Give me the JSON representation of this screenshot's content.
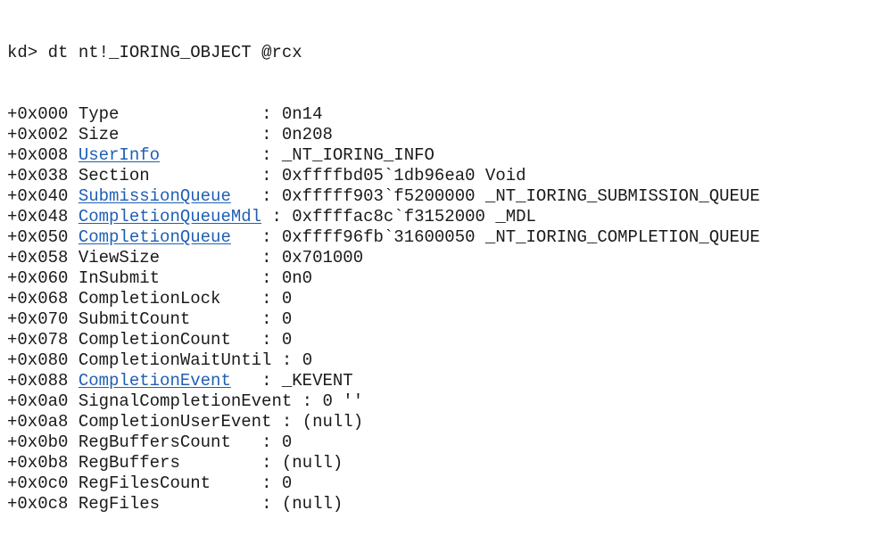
{
  "prompt": "kd>",
  "command": "dt nt!_IORING_OBJECT @rcx",
  "colors": {
    "text": "#1a1a1a",
    "link": "#1f5fb4",
    "background": "#ffffff"
  },
  "fields": [
    {
      "offset": "+0x000",
      "name": "Type",
      "link": false,
      "sep": "              : ",
      "value": "0n14"
    },
    {
      "offset": "+0x002",
      "name": "Size",
      "link": false,
      "sep": "              : ",
      "value": "0n208"
    },
    {
      "offset": "+0x008",
      "name": "UserInfo",
      "link": true,
      "sep": "          : ",
      "value": "_NT_IORING_INFO"
    },
    {
      "offset": "+0x038",
      "name": "Section",
      "link": false,
      "sep": "           : ",
      "value": "0xffffbd05`1db96ea0 Void"
    },
    {
      "offset": "+0x040",
      "name": "SubmissionQueue",
      "link": true,
      "sep": "   : ",
      "value": "0xfffff903`f5200000 _NT_IORING_SUBMISSION_QUEUE"
    },
    {
      "offset": "+0x048",
      "name": "CompletionQueueMdl",
      "link": true,
      "sep": " : ",
      "value": "0xffffac8c`f3152000 _MDL"
    },
    {
      "offset": "+0x050",
      "name": "CompletionQueue",
      "link": true,
      "sep": "   : ",
      "value": "0xffff96fb`31600050 _NT_IORING_COMPLETION_QUEUE"
    },
    {
      "offset": "+0x058",
      "name": "ViewSize",
      "link": false,
      "sep": "          : ",
      "value": "0x701000"
    },
    {
      "offset": "+0x060",
      "name": "InSubmit",
      "link": false,
      "sep": "          : ",
      "value": "0n0"
    },
    {
      "offset": "+0x068",
      "name": "CompletionLock",
      "link": false,
      "sep": "    : ",
      "value": "0"
    },
    {
      "offset": "+0x070",
      "name": "SubmitCount",
      "link": false,
      "sep": "       : ",
      "value": "0"
    },
    {
      "offset": "+0x078",
      "name": "CompletionCount",
      "link": false,
      "sep": "   : ",
      "value": "0"
    },
    {
      "offset": "+0x080",
      "name": "CompletionWaitUntil",
      "link": false,
      "sep": " : ",
      "value": "0"
    },
    {
      "offset": "+0x088",
      "name": "CompletionEvent",
      "link": true,
      "sep": "   : ",
      "value": "_KEVENT"
    },
    {
      "offset": "+0x0a0",
      "name": "SignalCompletionEvent",
      "link": false,
      "sep": " : ",
      "value": "0 ''"
    },
    {
      "offset": "+0x0a8",
      "name": "CompletionUserEvent",
      "link": false,
      "sep": " : ",
      "value": "(null)"
    },
    {
      "offset": "+0x0b0",
      "name": "RegBuffersCount",
      "link": false,
      "sep": "   : ",
      "value": "0"
    },
    {
      "offset": "+0x0b8",
      "name": "RegBuffers",
      "link": false,
      "sep": "        : ",
      "value": "(null)"
    },
    {
      "offset": "+0x0c0",
      "name": "RegFilesCount",
      "link": false,
      "sep": "     : ",
      "value": "0"
    },
    {
      "offset": "+0x0c8",
      "name": "RegFiles",
      "link": false,
      "sep": "          : ",
      "value": "(null)"
    }
  ]
}
